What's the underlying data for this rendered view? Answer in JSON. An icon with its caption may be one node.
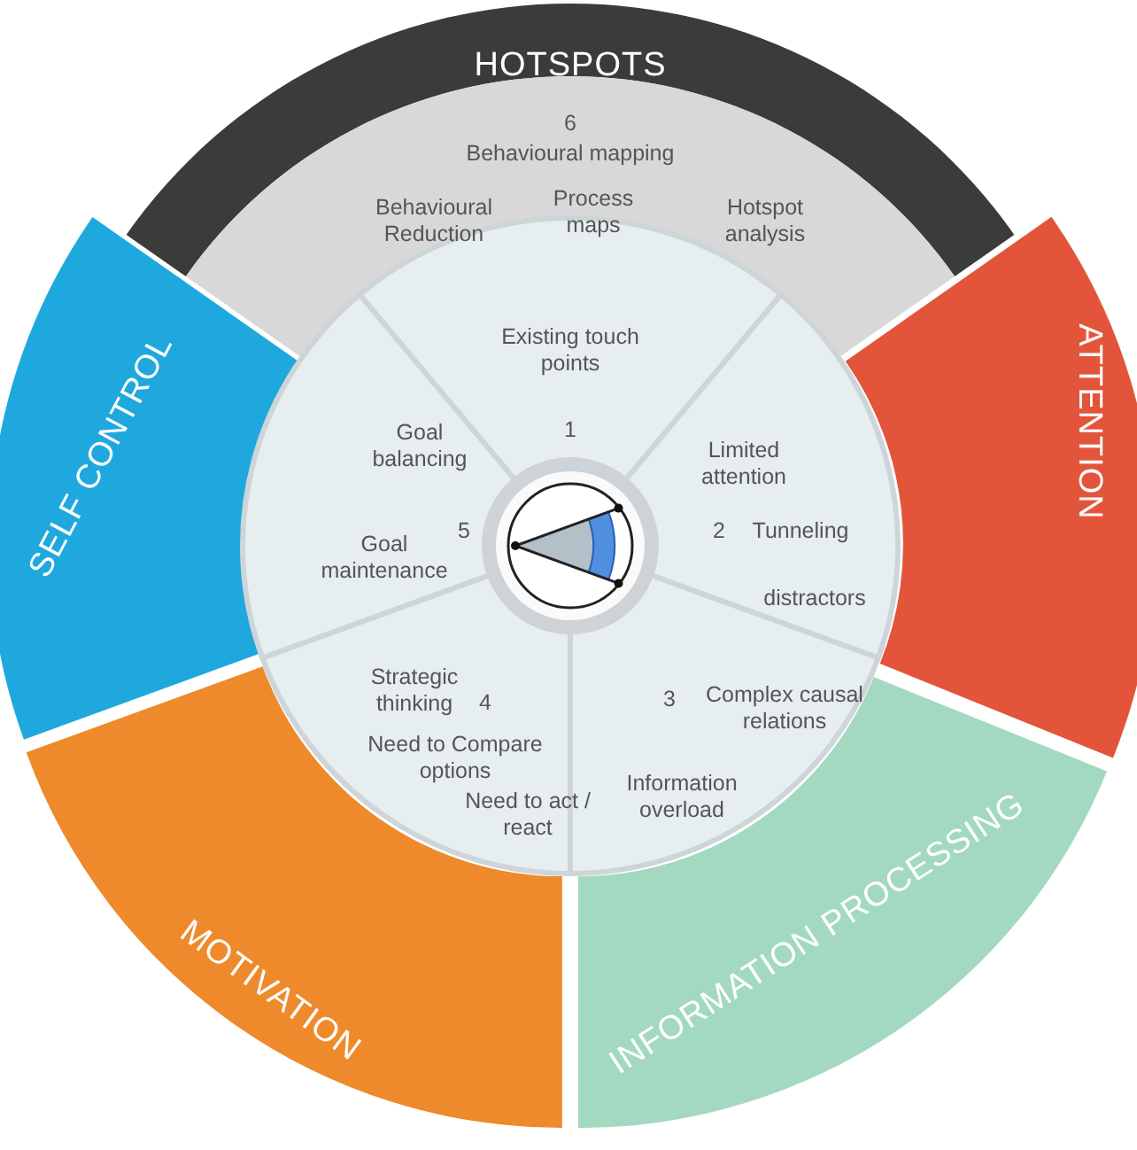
{
  "diagram": {
    "nodes": [
      {
        "text": [
          "HOTSPOTS"
        ]
      },
      {
        "text": [
          "6",
          "Behavioural mapping",
          "Behavioural Reduction",
          "Process maps",
          "Hotspot analysis"
        ]
      },
      {
        "text": [
          "ATTENTION"
        ]
      },
      {
        "text": [
          "INFORMATION PROCESSING"
        ]
      },
      {
        "text": [
          "MOTIVATION"
        ]
      },
      {
        "text": [
          "SELF CONTROL"
        ]
      },
      {
        "text": [
          "Existing touch points",
          "1"
        ]
      },
      {
        "text": [
          "Limited attention",
          "2",
          "Tunneling",
          "distractors"
        ]
      },
      {
        "text": [
          "3",
          "Complex causal relations",
          "Information overload"
        ]
      },
      {
        "text": [
          "Strategic thinking",
          "4",
          "Need to Compare options",
          "Need to act / react"
        ]
      },
      {
        "text": [
          "Goal balancing",
          "5",
          "Goal maintenance"
        ]
      }
    ]
  }
}
